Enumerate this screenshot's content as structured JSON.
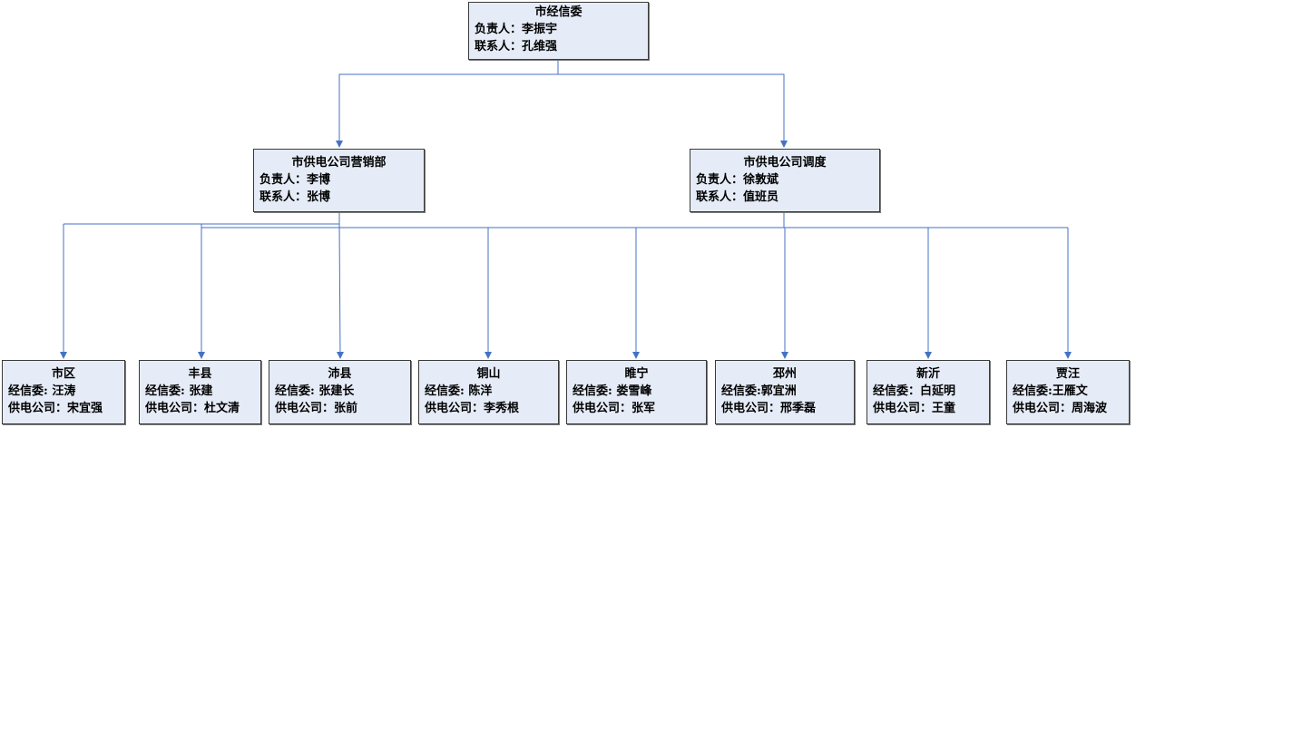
{
  "diagram": {
    "root": {
      "title": "市经信委",
      "line1": "负责人：李振宇",
      "line2": "联系人：孔维强"
    },
    "branches": [
      {
        "title": "市供电公司营销部",
        "line1": "负责人：李博",
        "line2": "联系人：张博"
      },
      {
        "title": "市供电公司调度",
        "line1": "负责人：徐敦斌",
        "line2": "联系人：值班员"
      }
    ],
    "districts": [
      {
        "title": "市区",
        "line1": "经信委: 汪涛",
        "line2": "供电公司：宋宜强"
      },
      {
        "title": "丰县",
        "line1": "经信委: 张建",
        "line2": "供电公司：杜文清"
      },
      {
        "title": "沛县",
        "line1": "经信委: 张建长",
        "line2": "供电公司：张前"
      },
      {
        "title": "铜山",
        "line1": "经信委: 陈洋",
        "line2": "供电公司：李秀根"
      },
      {
        "title": "睢宁",
        "line1": "经信委: 娄雪峰",
        "line2": "供电公司：张军"
      },
      {
        "title": "邳州",
        "line1": "经信委:郭宜洲",
        "line2": "供电公司：邢季磊"
      },
      {
        "title": "新沂",
        "line1": "经信委：白延明",
        "line2": "供电公司：王童"
      },
      {
        "title": "贾汪",
        "line1": "经信委:王雁文",
        "line2": "供电公司：周海波"
      }
    ],
    "colors": {
      "connector": "#4472c4",
      "node_fill": "#e6ecf7",
      "node_border": "#3a3a3a"
    }
  }
}
